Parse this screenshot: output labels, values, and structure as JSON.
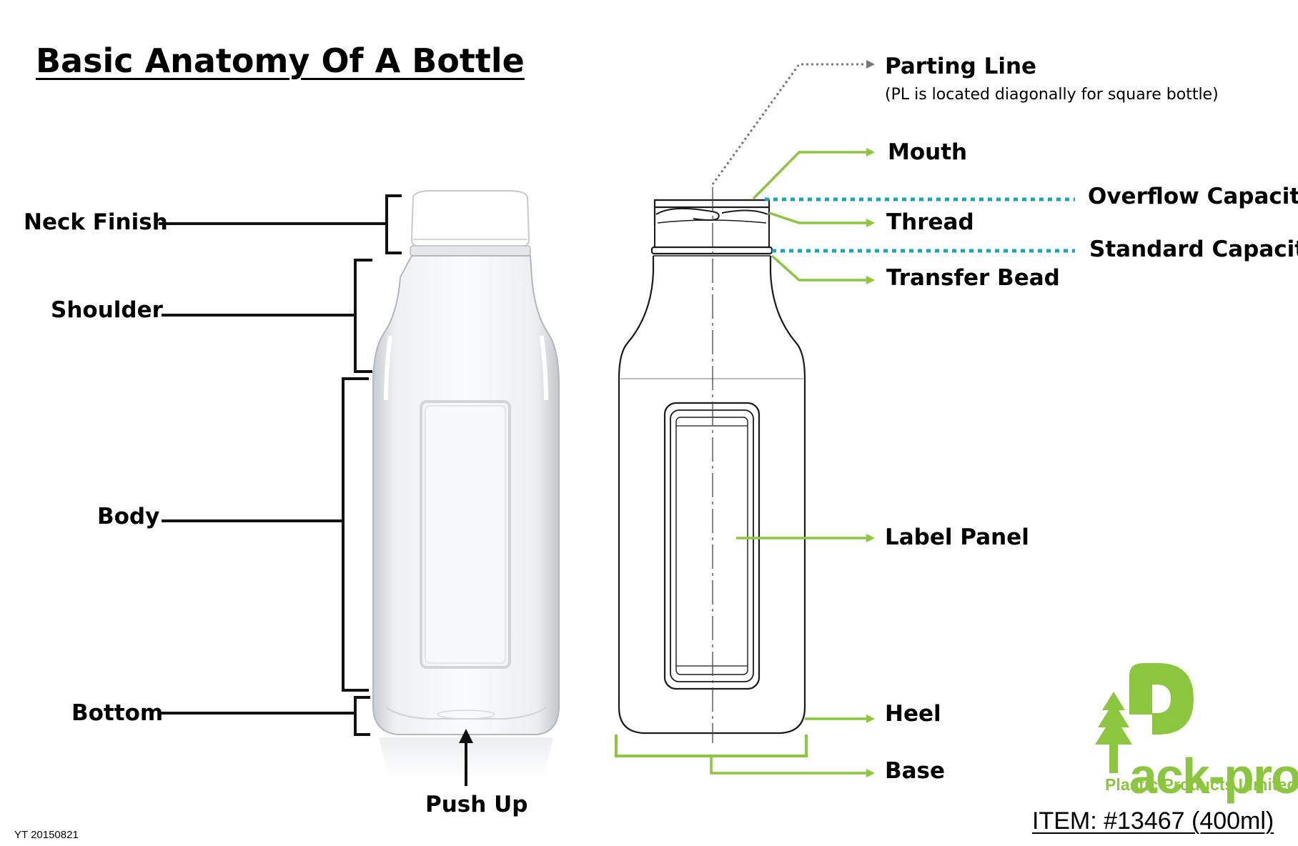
{
  "title": "Basic Anatomy Of A Bottle",
  "left_labels": {
    "neck_finish": "Neck Finish",
    "shoulder": "Shoulder",
    "body": "Body",
    "bottom": "Bottom",
    "push_up": "Push Up"
  },
  "right_labels": {
    "parting_line": "Parting Line",
    "parting_line_note": "(PL is located diagonally for square bottle)",
    "mouth": "Mouth",
    "overflow_capacity": "Overflow Capacity",
    "thread": "Thread",
    "standard_capacity": "Standard Capacity",
    "transfer_bead": "Transfer Bead",
    "label_panel": "Label Panel",
    "heel": "Heel",
    "base": "Base"
  },
  "brand": {
    "name": "ack-pro",
    "subtitle": "Plastic Products Limited",
    "logo_icon": "pack-pro-tree-logo-icon"
  },
  "item": "ITEM: #13467 (400ml)",
  "version": "YT 20150821",
  "colors": {
    "callout_green": "#8cc63f",
    "capacity_teal": "#1aa7b5",
    "parting_gray": "#777777",
    "bracket_black": "#111111"
  }
}
